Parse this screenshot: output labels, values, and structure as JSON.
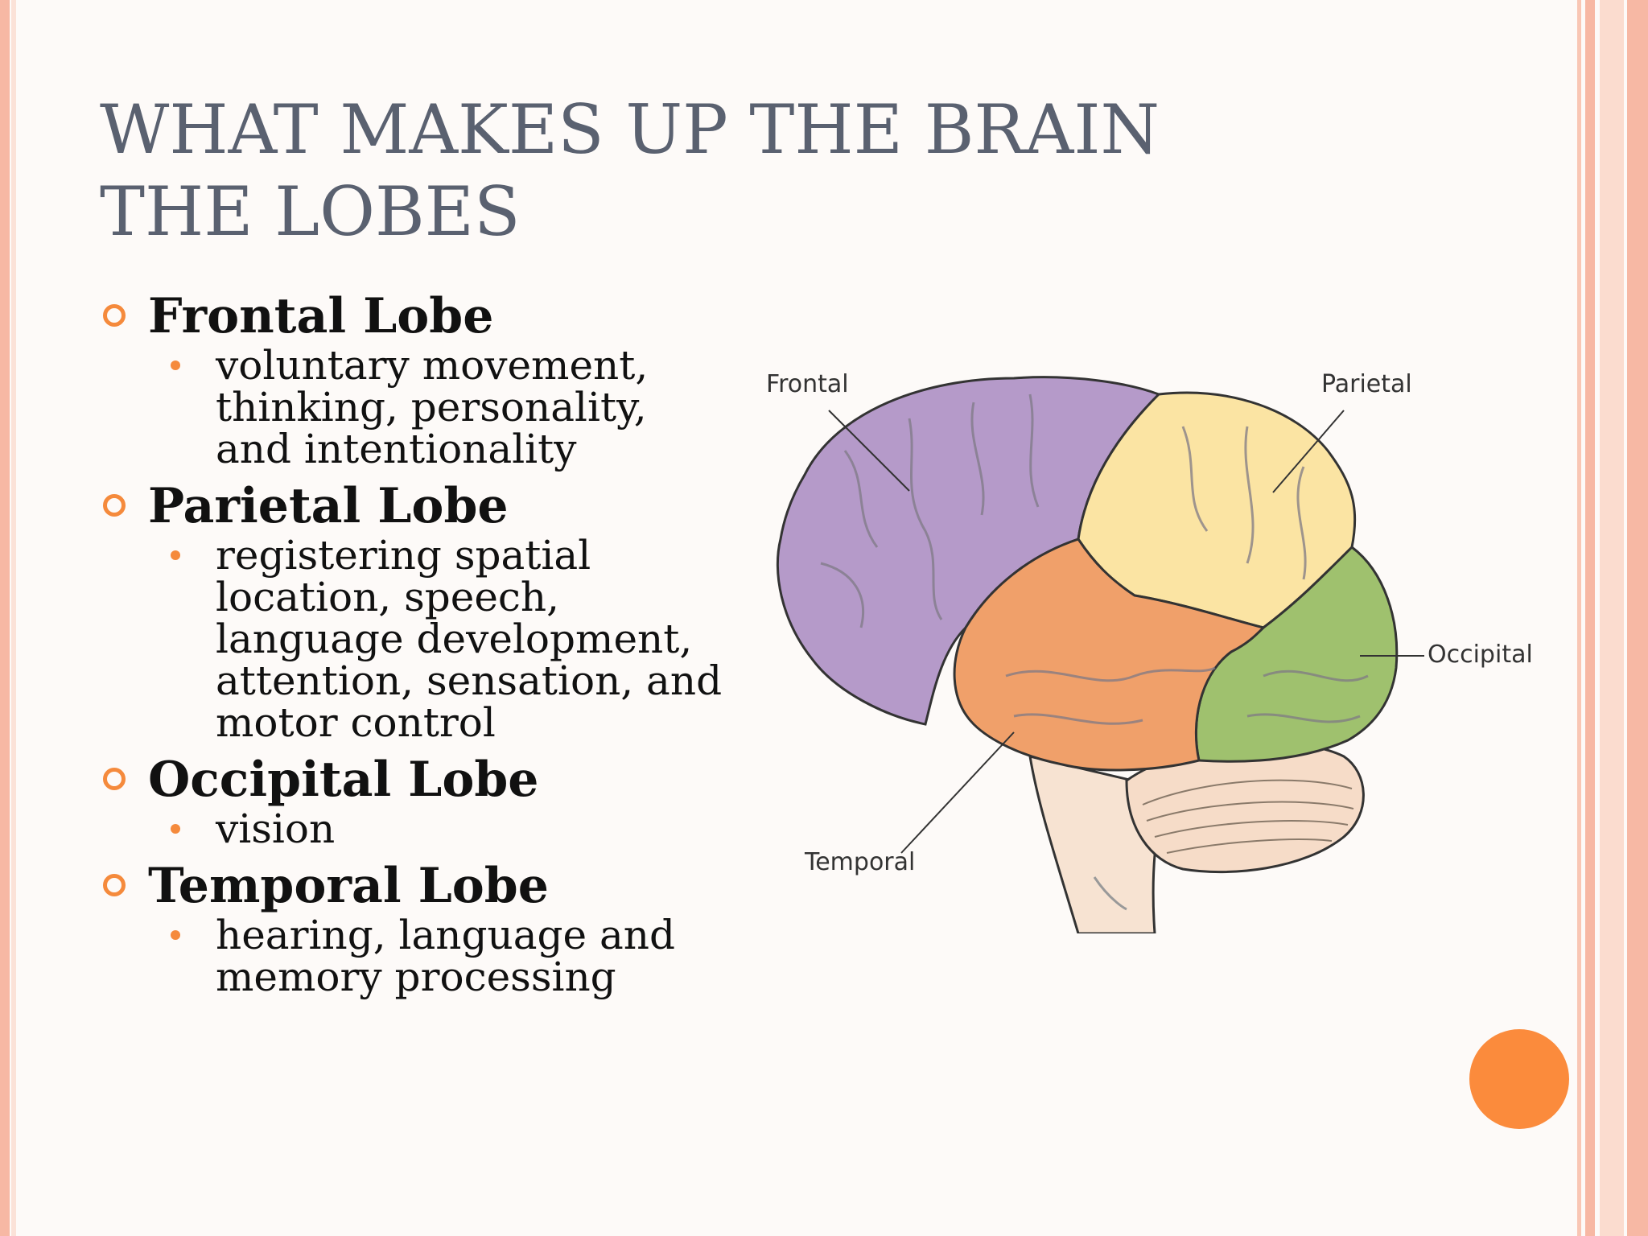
{
  "slide": {
    "title_line1": "WHAT MAKES UP THE BRAIN",
    "title_line2": "THE LOBES"
  },
  "lobes": [
    {
      "name": "Frontal Lobe",
      "description": "voluntary movement,\nthinking, personality,\nand intentionality"
    },
    {
      "name": "Parietal Lobe",
      "description": "registering spatial\nlocation, speech,\nlanguage development,\nattention, sensation, and\nmotor control"
    },
    {
      "name": "Occipital Lobe",
      "description": "vision"
    },
    {
      "name": "Temporal Lobe",
      "description": "hearing, language and\nmemory processing"
    }
  ],
  "diagram": {
    "labels": {
      "frontal": "Frontal",
      "parietal": "Parietal",
      "occipital": "Occipital",
      "temporal": "Temporal"
    },
    "colors": {
      "frontal": "#b59ac9",
      "parietal": "#fbe4a3",
      "occipital": "#9fc16e",
      "temporal": "#f0a06a",
      "cerebellum": "#f6dcc8",
      "brainstem": "#f7e3d2"
    }
  },
  "theme": {
    "accent": "#f58a3c",
    "title_color": "#5a6170",
    "border": "#f7b8a4"
  }
}
